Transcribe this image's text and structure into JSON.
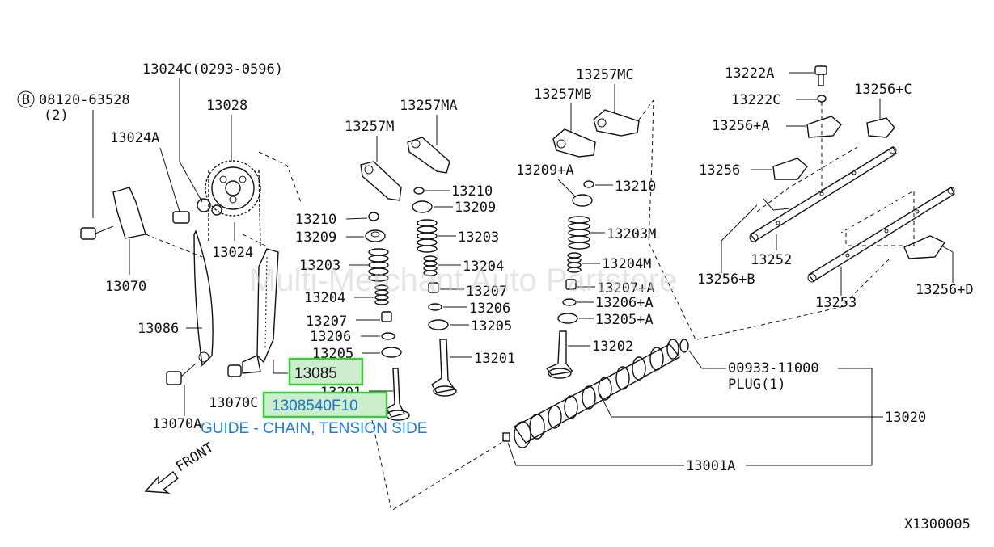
{
  "diagram": {
    "watermark": "Multi-Merchant Auto Partstore",
    "figure_code": "X1300005",
    "front_label": "FRONT",
    "bolt_symbol": "B",
    "labels": {
      "p13024C": "13024C(0293-0596)",
      "p08120": "08120-63528",
      "p08120_qty": "(2)",
      "p13028": "13028",
      "p13024A": "13024A",
      "p13024": "13024",
      "p13070": "13070",
      "p13086": "13086",
      "p13070C": "13070C",
      "p13070A": "13070A",
      "p13257M": "13257M",
      "p13257MA": "13257MA",
      "p13210_l": "13210",
      "p13209_l": "13209",
      "p13203_l": "13203",
      "p13204_l": "13204",
      "p13207_l": "13207",
      "p13206_l": "13206",
      "p13205_l": "13205",
      "p13201_l": "13201",
      "p13210_m": "13210",
      "p13209_m": "13209",
      "p13203_m": "13203",
      "p13204_m": "13204",
      "p13207_m": "13207",
      "p13206_m": "13206",
      "p13205_m": "13205",
      "p13201_m": "13201",
      "p13257MC": "13257MC",
      "p13257MB": "13257MB",
      "p13209A": "13209+A",
      "p13210_r": "13210",
      "p13203M": "13203M",
      "p13204M": "13204M",
      "p13207A": "13207+A",
      "p13206A": "13206+A",
      "p13205A": "13205+A",
      "p13202": "13202",
      "p13222A": "13222A",
      "p13222C": "13222C",
      "p13256C": "13256+C",
      "p13256A": "13256+A",
      "p13256": "13256",
      "p13252": "13252",
      "p13256B": "13256+B",
      "p13253": "13253",
      "p13256D": "13256+D",
      "p00933": "00933-11000",
      "plug": "PLUG(1)",
      "p13020": "13020",
      "p13001A": "13001A"
    },
    "highlight": {
      "part_13085": "13085",
      "selected_code": "1308540F10",
      "description": "GUIDE - CHAIN, TENSION SIDE",
      "accent": "#3ec83e",
      "fill": "#cdeecd",
      "text_color": "#1e7be0"
    }
  }
}
